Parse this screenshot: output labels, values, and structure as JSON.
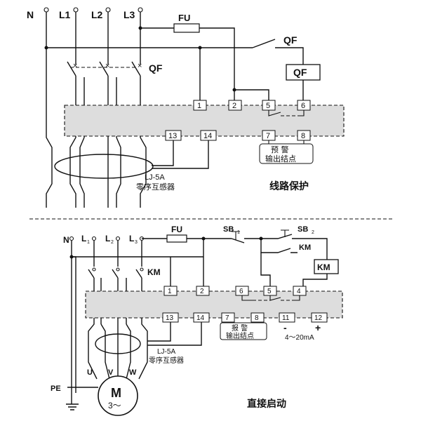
{
  "top": {
    "lines": [
      "N",
      "L1",
      "L2",
      "L3"
    ],
    "fuse": "FU",
    "breaker_left": "QF",
    "breaker_right": "QF",
    "qf_box": "QF",
    "terminals_upper": [
      "1",
      "2",
      "5",
      "6"
    ],
    "terminals_lower": [
      "13",
      "14",
      "7",
      "8"
    ],
    "alarm_line1": "预  警",
    "alarm_line2": "输出结点",
    "ct_model": "LJ-5A",
    "ct_name": "零序互感器",
    "caption": "线路保护"
  },
  "bottom": {
    "n": "N",
    "l1": "L",
    "l1_sub": "1",
    "l2": "L",
    "l2_sub": "2",
    "l3": "L",
    "l3_sub": "3",
    "fuse": "FU",
    "sb1": "SB",
    "sb1_sub": "1",
    "sb2": "SB",
    "sb2_sub": "2",
    "km_contact": "KM",
    "km_main": "KM",
    "km_coil": "KM",
    "terminals_upper": [
      "1",
      "2",
      "6",
      "5",
      "4"
    ],
    "terminals_lower": [
      "13",
      "14",
      "7",
      "8",
      "11",
      "12"
    ],
    "minus": "-",
    "plus": "+",
    "current_range": "4～20mA",
    "alarm_line1": "报  警",
    "alarm_line2": "输出结点",
    "ct_model": "LJ-5A",
    "ct_name": "零序互感器",
    "phase_u": "U",
    "phase_v": "V",
    "phase_w": "W",
    "pe": "PE",
    "motor": "M",
    "motor_phase": "3～",
    "caption": "直接启动"
  }
}
